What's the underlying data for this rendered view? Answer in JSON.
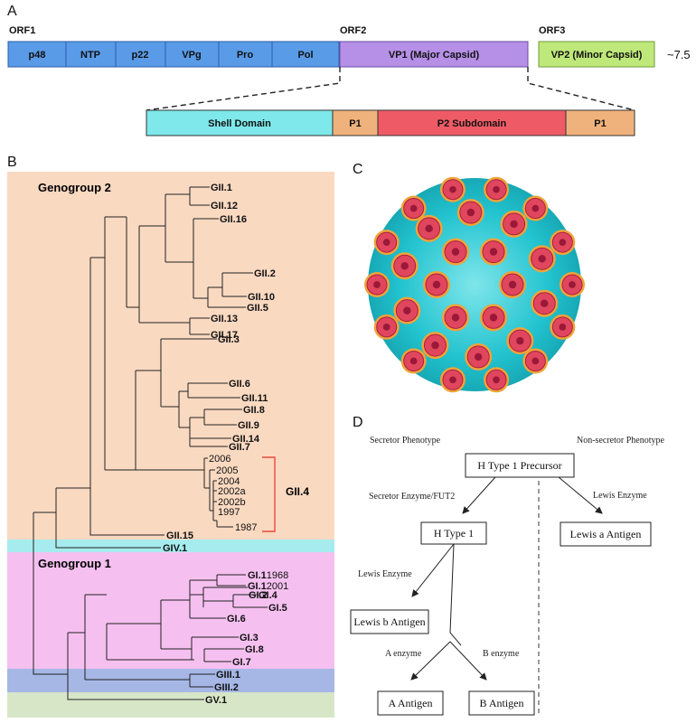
{
  "panels": {
    "a": "A",
    "b": "B",
    "c": "C",
    "d": "D"
  },
  "genome": {
    "orf1": "ORF1",
    "orf2": "ORF2",
    "orf3": "ORF3",
    "orf1_genes": [
      "p48",
      "NTP",
      "p22",
      "VPg",
      "Pro",
      "Pol"
    ],
    "vp1": "VP1 (Major Capsid)",
    "vp2": "VP2 (Minor Capsid)",
    "length": "~7.5",
    "domains": [
      "Shell Domain",
      "P1",
      "P2 Subdomain",
      "P1"
    ],
    "colors": {
      "orf1": "#5a9be8",
      "vp1": "#b590e6",
      "vp2": "#bfe87a",
      "shell": "#7ee8ea",
      "p1": "#f0b27c",
      "p2": "#ee5b66"
    }
  },
  "tree": {
    "genogroup2": "Genogroup 2",
    "genogroup1": "Genogroup 1",
    "gii": {
      "gii1": "GII.1",
      "gii12": "GII.12",
      "gii16": "GII.16",
      "gii2": "GII.2",
      "gii10": "GII.10",
      "gii5": "GII.5",
      "gii13": "GII.13",
      "gii17": "GII.17",
      "gii3": "GII.3",
      "gii6": "GII.6",
      "gii11": "GII.11",
      "gii8": "GII.8",
      "gii9": "GII.9",
      "gii14": "GII.14",
      "gii7": "GII.7",
      "gii15": "GII.15"
    },
    "gii4_years": [
      "2006",
      "2005",
      "2004",
      "2002a",
      "2002b",
      "1997",
      "1987"
    ],
    "gii4": "GII.4",
    "giv1": "GIV.1",
    "gi": {
      "gi1": "GI.1",
      "gi1_1968": "1968",
      "gi1_2001": "2001",
      "gi2": "GI.2",
      "gi4": "GI.4",
      "gi5": "GI.5",
      "gi6": "GI.6",
      "gi3": "GI.3",
      "gi8": "GI.8",
      "gi7": "GI.7"
    },
    "giii1": "GIII.1",
    "giii2": "GIII.2",
    "gv1": "GV.1",
    "colors": {
      "g2": "#fad9c1",
      "giv": "#a6ecee",
      "g1": "#f5c0f0",
      "giii": "#a6b7e6",
      "gv": "#d8e6c8",
      "gii4_bracket": "#e84a3c"
    }
  },
  "pathway": {
    "secretor": "Secretor Phenotype",
    "nonsecretor": "Non-secretor Phenotype",
    "precursor": "H Type 1 Precursor",
    "fut2": "Secretor Enzyme/FUT2",
    "lewis_enzyme_right": "Lewis Enzyme",
    "htype1": "H Type 1",
    "lewis_a": "Lewis a Antigen",
    "lewis_enzyme_left": "Lewis Enzyme",
    "lewis_b": "Lewis b Antigen",
    "a_enzyme": "A enzyme",
    "b_enzyme": "B enzyme",
    "a_antigen": "A  Antigen",
    "b_antigen": "B Antigen"
  }
}
